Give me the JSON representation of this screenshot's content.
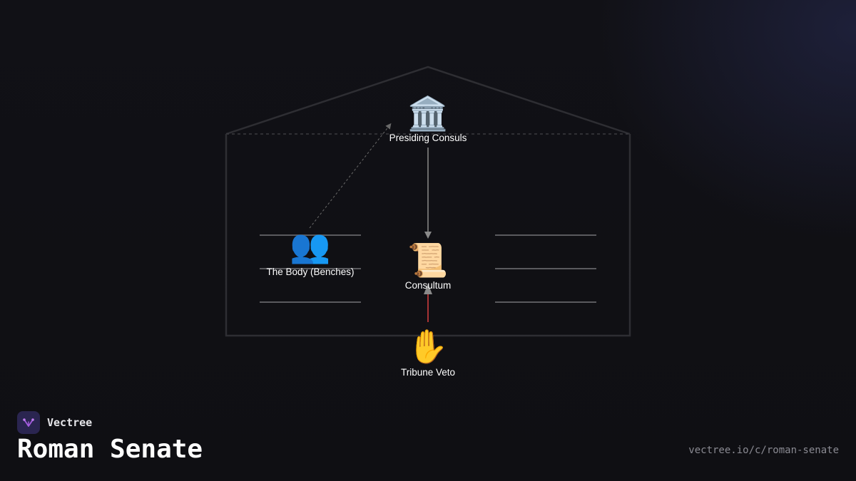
{
  "brand": {
    "name": "Vectree",
    "logo_icon": "vectree-logo-icon",
    "logo_color": "#a45ce0"
  },
  "page": {
    "title": "Roman Senate",
    "url": "vectree.io/c/roman-senate"
  },
  "diagram": {
    "building_icon": "senate-house-outline",
    "nodes": [
      {
        "id": "consuls",
        "label": "Presiding Consuls",
        "icon": "🏛️",
        "icon_name": "classical-building-icon"
      },
      {
        "id": "body",
        "label": "The Body (Benches)",
        "icon": "👥",
        "icon_name": "people-icon"
      },
      {
        "id": "consultum",
        "label": "Consultum",
        "icon": "📜",
        "icon_name": "scroll-icon"
      },
      {
        "id": "veto",
        "label": "Tribune Veto",
        "icon": "✋",
        "icon_name": "raised-hand-icon"
      }
    ],
    "edges": [
      {
        "from": "consuls",
        "to": "consultum",
        "style": "solid",
        "color": "#8a8a8a"
      },
      {
        "from": "body",
        "to": "consuls",
        "style": "dashed",
        "color": "#6a6a6a"
      },
      {
        "from": "veto",
        "to": "consultum",
        "style": "solid",
        "color": "#d94040"
      }
    ],
    "colors": {
      "outline": "#2e2e33",
      "bench": "#5a5a5e",
      "veto_edge": "#d94040"
    }
  }
}
